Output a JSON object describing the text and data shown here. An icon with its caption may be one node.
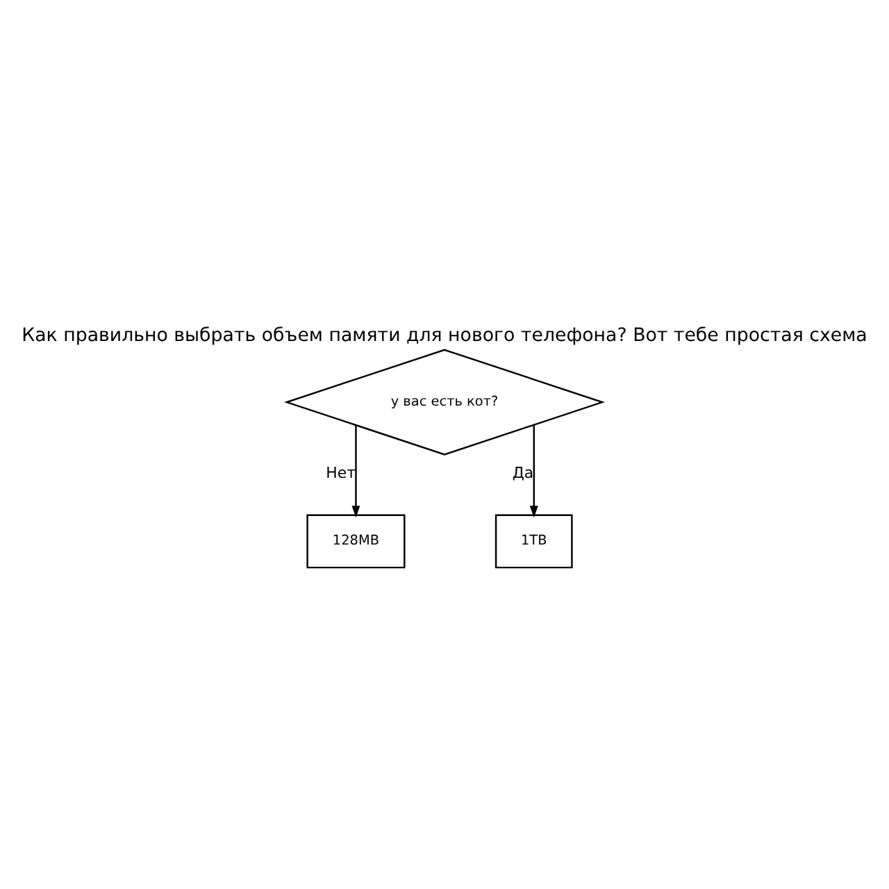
{
  "diagram": {
    "title": "Как правильно выбрать объем памяти для нового телефона? Вот тебе простая схема",
    "nodes": [
      {
        "text": [
          "у вас есть кот?"
        ]
      },
      {
        "text": [
          "128MB"
        ]
      },
      {
        "text": [
          "1TB"
        ]
      }
    ],
    "edges": [
      {
        "from": 0,
        "to": 1,
        "arrow": "to",
        "label": "Нет"
      },
      {
        "from": 0,
        "to": 2,
        "arrow": "to",
        "label": "Да"
      }
    ]
  }
}
